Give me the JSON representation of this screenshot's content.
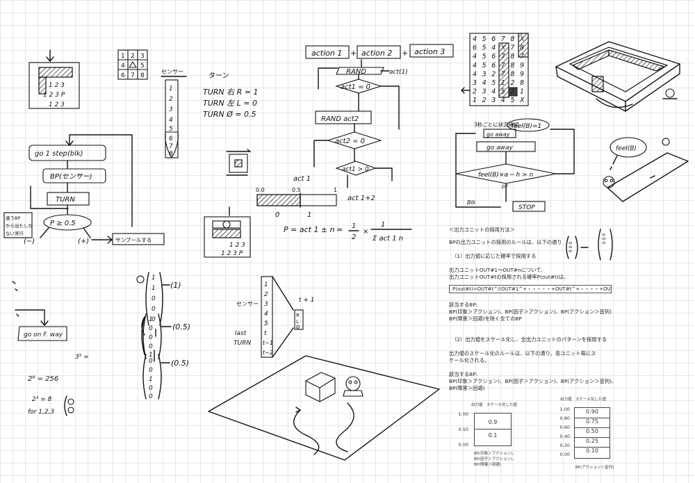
{
  "sketch": {
    "flowchart_left": {
      "step": "go 1 step(blk)",
      "bp": "BP(センサー)",
      "turn": "TURN",
      "p_decision": "P ≥ 0.5",
      "minus": "(−)",
      "plus": "(+)",
      "sample": "サンプールする",
      "side_note_1": "違うBP",
      "side_note_2": "から出たしか",
      "side_note_3": "ない実行",
      "goforward": "go on F. way"
    },
    "grid_top": [
      "1",
      "2",
      "3",
      "4",
      "5",
      "6",
      "7",
      "8"
    ],
    "start_box": {
      "rows": [
        "1 2 3",
        "1 2 3 P",
        "1 2 3"
      ]
    },
    "sensor_col": {
      "label": "センサー",
      "cells": [
        "1",
        "2",
        "3",
        "4",
        "5",
        "6",
        "7",
        "8"
      ]
    },
    "turn_text": {
      "title": "ターン",
      "lines": [
        "TURN 右 R = 1",
        "TURN 左 L = 0",
        "TURN Ø = 0.5"
      ]
    },
    "actions": {
      "a1": "action 1",
      "a2": "action 2",
      "a3": "action 3",
      "rand": "RAND",
      "act1_label": "act(1)",
      "cond1": "act1 = 0",
      "rand2": "RAND act2",
      "cond2": "act2 = 0",
      "cond3": "act1 > 0",
      "out1": "act 1",
      "out2": "act 1+2"
    },
    "bar": {
      "t0": "0.0",
      "t5": "0.5",
      "t1": "1",
      "z": "0",
      "o": "1"
    },
    "formula": {
      "lhs": "P = act 1 ± n",
      "half": "1",
      "two": "2",
      "one": "1",
      "sum": "Σ act 1 n"
    },
    "lower_grid": {
      "rows": [
        "1 2 3",
        "1 2 3 P"
      ]
    },
    "vectors": {
      "v1": [
        "1",
        "1",
        "0",
        "0",
        "0"
      ],
      "r1": "(1)",
      "v2": [
        "1",
        "0",
        "0",
        "0",
        "1"
      ],
      "r2": "(0.5)",
      "v3": [
        "0",
        "0",
        "1",
        "0",
        "0"
      ],
      "r3": "(0.5)"
    },
    "sensor2": {
      "label": "センサー",
      "cells": [
        "1",
        "2",
        "3",
        "4",
        "5",
        "t",
        "t−1",
        "t−2"
      ],
      "last_turn": [
        "last",
        "TURN"
      ],
      "next": "t + 1",
      "right_cells": [
        "R",
        "L",
        "Ø"
      ]
    },
    "math": {
      "m1": "2⁸ = 256",
      "m2": "2³ = 8",
      "m3": "for 1,2,3",
      "m4": "3⁵ ="
    },
    "maze_numbers": [
      [
        "4",
        "5",
        "6",
        "7",
        "8",
        "X"
      ],
      [
        "6",
        "5",
        "4",
        "X",
        "7",
        "8"
      ],
      [
        "4",
        "5",
        "6",
        "7",
        "8",
        "7"
      ],
      [
        "4",
        "5",
        "6",
        "7",
        "8",
        "9"
      ],
      [
        "4",
        "3",
        "2",
        "7",
        "8",
        "9"
      ],
      [
        "3",
        "4",
        "5",
        "1",
        "2",
        "8"
      ],
      [
        "2",
        "3",
        "4",
        "5",
        "2",
        "1"
      ],
      [
        "1",
        "2",
        "3",
        "4",
        "5",
        "X"
      ]
    ],
    "flowchart_right": {
      "top1": "3秒ごとに状況確認",
      "top2": "feel(B)=1",
      "goaway1": "go away",
      "goaway2": "go away",
      "cond": "feel(B)×α ─ h > n",
      "p2": "p2",
      "blk": "Blk",
      "stop": "STOP"
    },
    "feel_bubble": "feel(B)",
    "small_vectors": {
      "a": "0 0 0",
      "b": "0 0 0"
    }
  },
  "doc": {
    "heading": "＜出力ユニットの採用方法＞",
    "intro": "BPの出力ユニットの採用のルールは、以下の通り",
    "s1_title": "（1）出力値に応じた確率で採用する",
    "s1_l1": "出力ユニットOUT#1～OUT#nについて、",
    "s1_l2": "出力ユニットOUT#tの採用される確率P(out#t)は、",
    "formula": "P(out#t)=OUT#t^/(OUT#1^+・・・・・+OUT#t^+・・・・+OUT#n^)",
    "s1_applies": "該当するBP:",
    "s1_a1": "BP(印象＞アクション)、BP(因子＞アクション)、BP(アクション＞音列)",
    "s1_a2": "BP(障害＞回避)を除く全てのBP",
    "s2_title": "（2）出力値をスケール化し、全出力ユニットのパターンを採用する",
    "s2_l1": "出力値のスケール化のルールは、以下の通り。各ユニット毎にス",
    "s2_l2": "ケール化される。",
    "s2_applies": "該当するBP:",
    "s2_a1": "BP(印象＞アクション)、BP(因子＞アクション)、BP(アクション＞音列)、",
    "s2_a2": "BP(障害＞回避)",
    "chart1": {
      "title": "出力値　スケール化した値",
      "yticks": [
        "1.00",
        "0.50",
        "0.00"
      ],
      "cells": [
        "0.9",
        "0.1"
      ],
      "footer": [
        "BP(印象＞アクション)、",
        "BP(因子＞アクション)、",
        "BP(障害＞回避)"
      ]
    },
    "chart2": {
      "title": "出力値　スケール化した値",
      "yticks": [
        "1.00",
        "0.80",
        "0.60",
        "0.40",
        "0.20",
        "0.00"
      ],
      "cells": [
        "0.90",
        "0.75",
        "0.50",
        "0.25",
        "0.10"
      ],
      "footer": [
        "BP(アクション＞音列)"
      ]
    }
  }
}
